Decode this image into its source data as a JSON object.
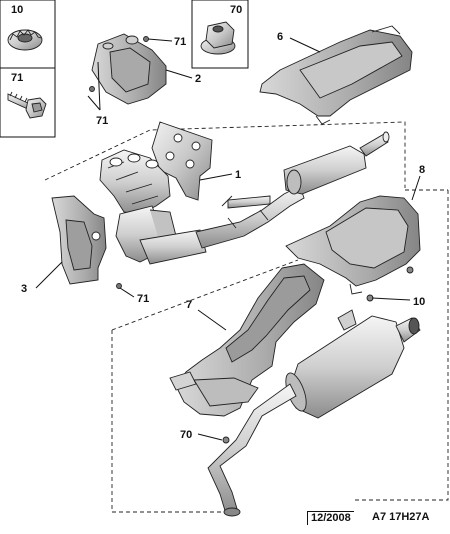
{
  "callouts": {
    "c10_box": "10",
    "c71_box": "71",
    "c70_box": "70",
    "c71_top": "71",
    "c71_left": "71",
    "c2": "2",
    "c6": "6",
    "c1": "1",
    "c8": "8",
    "c3": "3",
    "c71_bottom": "71",
    "c10_right": "10",
    "c7": "7",
    "c70_bottom": "70"
  },
  "footer": {
    "date": "12/2008",
    "code": "A7 17H27A"
  },
  "colors": {
    "metal_light": "#e2e2e2",
    "metal_mid": "#b8b8b8",
    "metal_dark": "#7d7d7d",
    "line": "#222222"
  }
}
